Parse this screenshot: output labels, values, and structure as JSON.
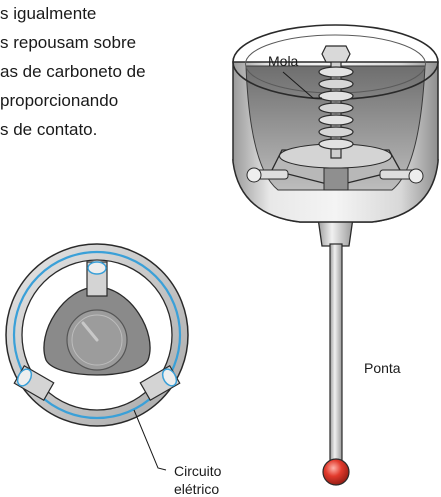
{
  "caption": {
    "lines": [
      "s igualmente",
      "s repousam sobre",
      "as de carboneto de",
      "  proporcionando",
      "s de contato."
    ]
  },
  "labels": {
    "spring": "Mola",
    "tip": "Ponta",
    "circuit_line1": "Circuito",
    "circuit_line2": "elétrico"
  },
  "colors": {
    "housing": "#c9c9c9",
    "housing_dark": "#8c8c8c",
    "circuit_ring": "#3aa0d8",
    "ruby_ball": "#e23a2c",
    "outline": "#2a2a2a"
  }
}
